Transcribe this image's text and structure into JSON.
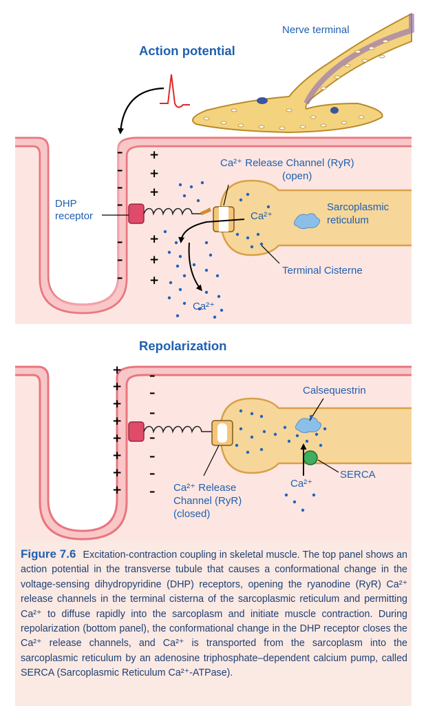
{
  "top_panel": {
    "title": "Action potential",
    "nerve_label": "Nerve terminal",
    "ryr_open_line1": "Ca²⁺ Release Channel (RyR)",
    "ryr_open_line2": "(open)",
    "dhp_line1": "DHP",
    "dhp_line2": "receptor",
    "ca_inside": "Ca²⁺",
    "ca_released": "Ca²⁺",
    "sr_line1": "Sarcoplasmic",
    "sr_line2": "reticulum",
    "terminal_cisterne": "Terminal Cisterne",
    "tubule_signs": [
      "–",
      "–",
      "–",
      "–",
      "–",
      "–",
      "–"
    ],
    "sarcoplasm_signs": [
      "+",
      "+",
      "+",
      "+",
      "+",
      "+"
    ]
  },
  "bottom_panel": {
    "title": "Repolarization",
    "calsequestrin": "Calsequestrin",
    "serca": "SERCA",
    "ca_pump": "Ca²⁺",
    "ryr_closed_line1": "Ca²⁺ Release",
    "ryr_closed_line2": "Channel (RyR)",
    "ryr_closed_line3": "(closed)",
    "tubule_signs": [
      "+",
      "+",
      "+",
      "+",
      "+",
      "+",
      "+",
      "+"
    ],
    "sarcoplasm_signs": [
      "–",
      "–",
      "–",
      "–",
      "–",
      "–",
      "–"
    ]
  },
  "caption": {
    "figure_number": "Figure 7.6",
    "text": "Excitation-contraction coupling in skeletal muscle. The top panel shows an action potential in the transverse tubule that causes a conformational change in the voltage-sensing dihydropyridine (DHP) receptors, opening the ryanodine (RyR) Ca²⁺ release channels in the terminal cisterna of the sarcoplasmic reticulum and permitting Ca²⁺ to diffuse rapidly into the sarcoplasm and initiate muscle contraction. During repolarization (bottom panel), the conformational change in the DHP receptor closes the Ca²⁺ release channels, and Ca²⁺ is transported from the sarcoplasm into the sarcoplasmic reticulum by an adenosine triphosphate–dependent calcium pump, called SERCA (Sarcoplasmic Reticulum Ca²⁺-ATPase)."
  },
  "colors": {
    "membrane": "#e8767f",
    "cytoplasm": "#fce6e2",
    "sr_fill": "#f7d699",
    "sr_stroke": "#d8a04a",
    "calcium_dot": "#1e63c0",
    "serca": "#3fae5e",
    "dhp": "#e04b6a",
    "label_blue": "#1f5fb0"
  }
}
